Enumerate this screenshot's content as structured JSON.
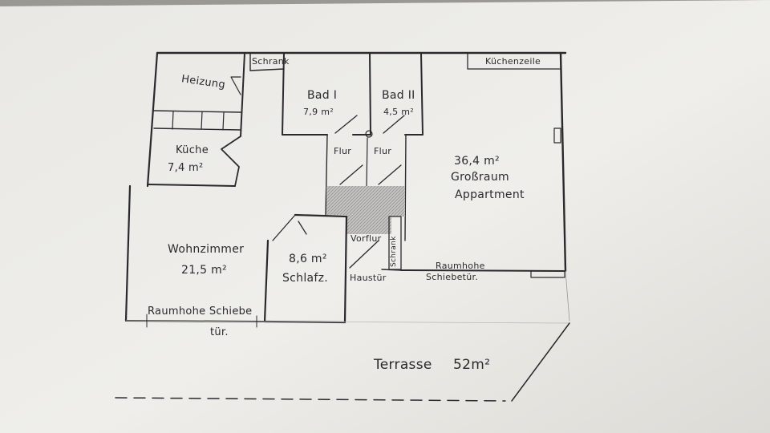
{
  "plan": {
    "rooms": {
      "heizung": {
        "name": "Heizung"
      },
      "schrank_top": {
        "name": "Schrank"
      },
      "bad1": {
        "name": "Bad I",
        "area": "7,9 m²"
      },
      "bad2": {
        "name": "Bad II",
        "area": "4,5 m²"
      },
      "kuechenzeile": {
        "name": "Küchenzeile"
      },
      "kueche": {
        "name": "Küche",
        "area": "7,4 m²"
      },
      "flur1": {
        "name": "Flur"
      },
      "flur2": {
        "name": "Flur"
      },
      "grossraum": {
        "area": "36,4 m²",
        "name": "Großraum",
        "sub": "Appartment"
      },
      "wohnzimmer": {
        "name": "Wohnzimmer",
        "area": "21,5 m²"
      },
      "schlafz": {
        "area": "8,6 m²",
        "name": "Schlafz."
      },
      "vorflur": {
        "name": "Vorflur"
      },
      "schrank_k": {
        "name": "Schrank"
      },
      "haustuer": {
        "name": "Haustür"
      },
      "raumhohe_schiebetuer": {
        "line1": "Raumhohe",
        "line2": "Schiebetür."
      },
      "wohn_schiebetuer": {
        "line1": "Raumhohe Schiebe",
        "line2": "tür."
      },
      "terrasse": {
        "name": "Terrasse",
        "area": "52m²"
      }
    }
  },
  "colors": {
    "ink": "#2a2a2a",
    "paper": "#ecebe7",
    "hatch": "#8a8a88"
  }
}
